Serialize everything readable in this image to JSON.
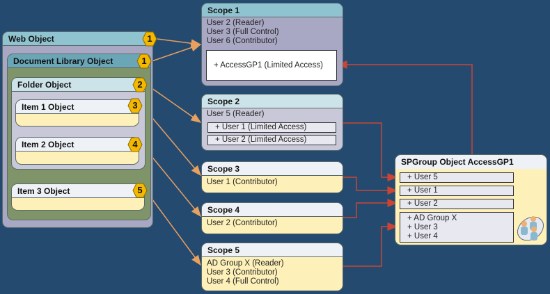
{
  "objects": {
    "web": {
      "title": "Web Object",
      "badge": "1"
    },
    "doclib": {
      "title": "Document Library Object",
      "badge": "1"
    },
    "folder": {
      "title": "Folder Object",
      "badge": "2"
    },
    "item1": {
      "title": "Item 1 Object",
      "badge": "3"
    },
    "item2": {
      "title": "Item 2 Object",
      "badge": "4"
    },
    "item3": {
      "title": "Item 3 Object",
      "badge": "5"
    }
  },
  "scopes": {
    "s1": {
      "title": "Scope 1",
      "lines": [
        "User 2 (Reader)",
        "User 3 (Full Control)",
        "User 6 (Contributor)"
      ],
      "inner": "+ AccessGP1 (Limited Access)"
    },
    "s2": {
      "title": "Scope 2",
      "lines": [
        "User 5 (Reader)"
      ],
      "inner": [
        "+ User 1 (Limited Access)",
        "+ User 2 (Limited Access)"
      ]
    },
    "s3": {
      "title": "Scope 3",
      "lines": [
        "User 1 (Contributor)"
      ]
    },
    "s4": {
      "title": "Scope 4",
      "lines": [
        "User 2 (Contributor)"
      ]
    },
    "s5": {
      "title": "Scope 5",
      "lines": [
        "AD Group X (Reader)",
        "User 3 (Contributor)",
        "User 4 (Full Control)"
      ]
    }
  },
  "spgroup": {
    "title": "SPGroup Object AccessGP1",
    "members": [
      "+ User 5",
      "+ User 1",
      "+ User 2"
    ],
    "group_members": [
      "+ AD Group X",
      "+ User 3",
      "+ User 4"
    ],
    "icon": "users-group-icon"
  },
  "colors": {
    "background": "#254a70",
    "badge": "#f5b800",
    "orange_arrow": "#e8a060",
    "red_arrow": "#cc4433"
  }
}
